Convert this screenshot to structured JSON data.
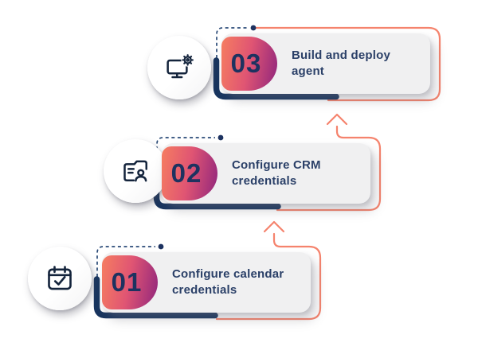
{
  "page": {
    "background": "#ffffff",
    "description": "Three-step process diagram flowing bottom to top with upward arrows"
  },
  "colors": {
    "accent_orange": "#f5836d",
    "navy_line": "#18355f",
    "dashed_line": "#2a4a77",
    "card_background": "#f0f0f1",
    "badge_gradient_start": "#f47a62",
    "badge_gradient_mid": "#e05573",
    "badge_gradient_end": "#96297c",
    "number_color": "#1d3260",
    "title_color": "#2b4068",
    "icon_color": "#14243c"
  },
  "diagram": {
    "type": "process-steps",
    "flow_direction": "bottom-to-top",
    "connector": "upward-arrow",
    "steps": [
      {
        "number": "01",
        "title": "Configure calendar credentials",
        "icon": "calendar-check-icon"
      },
      {
        "number": "02",
        "title": "Configure CRM credentials",
        "icon": "folder-user-icon"
      },
      {
        "number": "03",
        "title": "Build and deploy agent",
        "icon": "monitor-gear-icon"
      }
    ]
  }
}
